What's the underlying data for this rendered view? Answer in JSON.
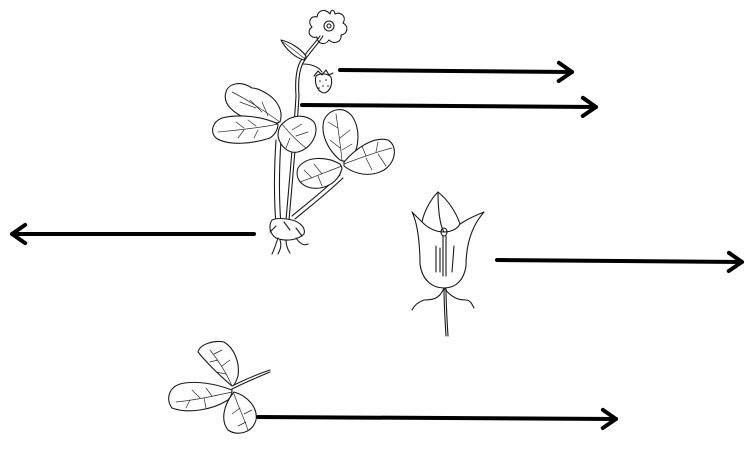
{
  "diagram": {
    "background": "#ffffff",
    "ink_color": "#1a1a1a",
    "arrow_color": "#000000",
    "drawings": [
      {
        "name": "strawberry-plant"
      },
      {
        "name": "bellflower"
      },
      {
        "name": "strawberry-leaf"
      }
    ],
    "arrows": [
      {
        "name": "arrow-from-flower",
        "direction": "right"
      },
      {
        "name": "arrow-from-fruit",
        "direction": "right"
      },
      {
        "name": "arrow-from-roots",
        "direction": "left"
      },
      {
        "name": "arrow-from-bellflower",
        "direction": "right"
      },
      {
        "name": "arrow-from-leaf",
        "direction": "right"
      }
    ]
  }
}
